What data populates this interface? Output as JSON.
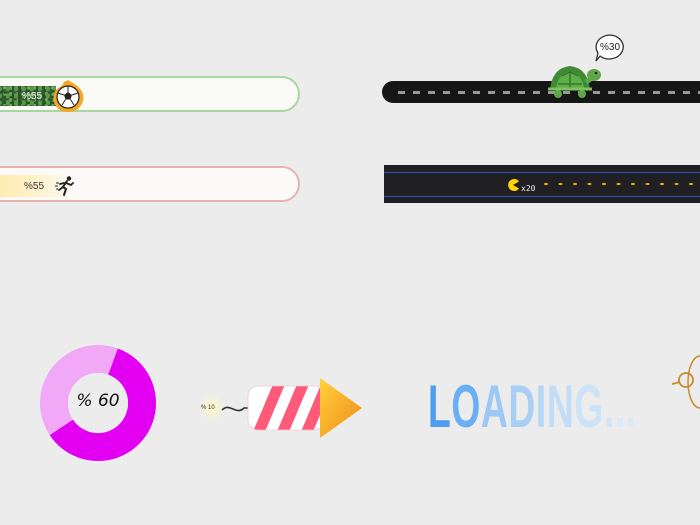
{
  "soccer_bar": {
    "label": "%55",
    "progress": 0.55
  },
  "runner_bar": {
    "label": "%55",
    "progress": 0.55
  },
  "turtle_bar": {
    "label": "%30",
    "progress": 0.3
  },
  "pacman_bar": {
    "label": "x20"
  },
  "donut": {
    "label": "% 60",
    "progress": 0.6,
    "colors": {
      "filled": "#e300f2",
      "rest": "#f1a9f7"
    }
  },
  "rocket": {
    "label": "% 10"
  },
  "loading": {
    "text": "LOADING..."
  }
}
